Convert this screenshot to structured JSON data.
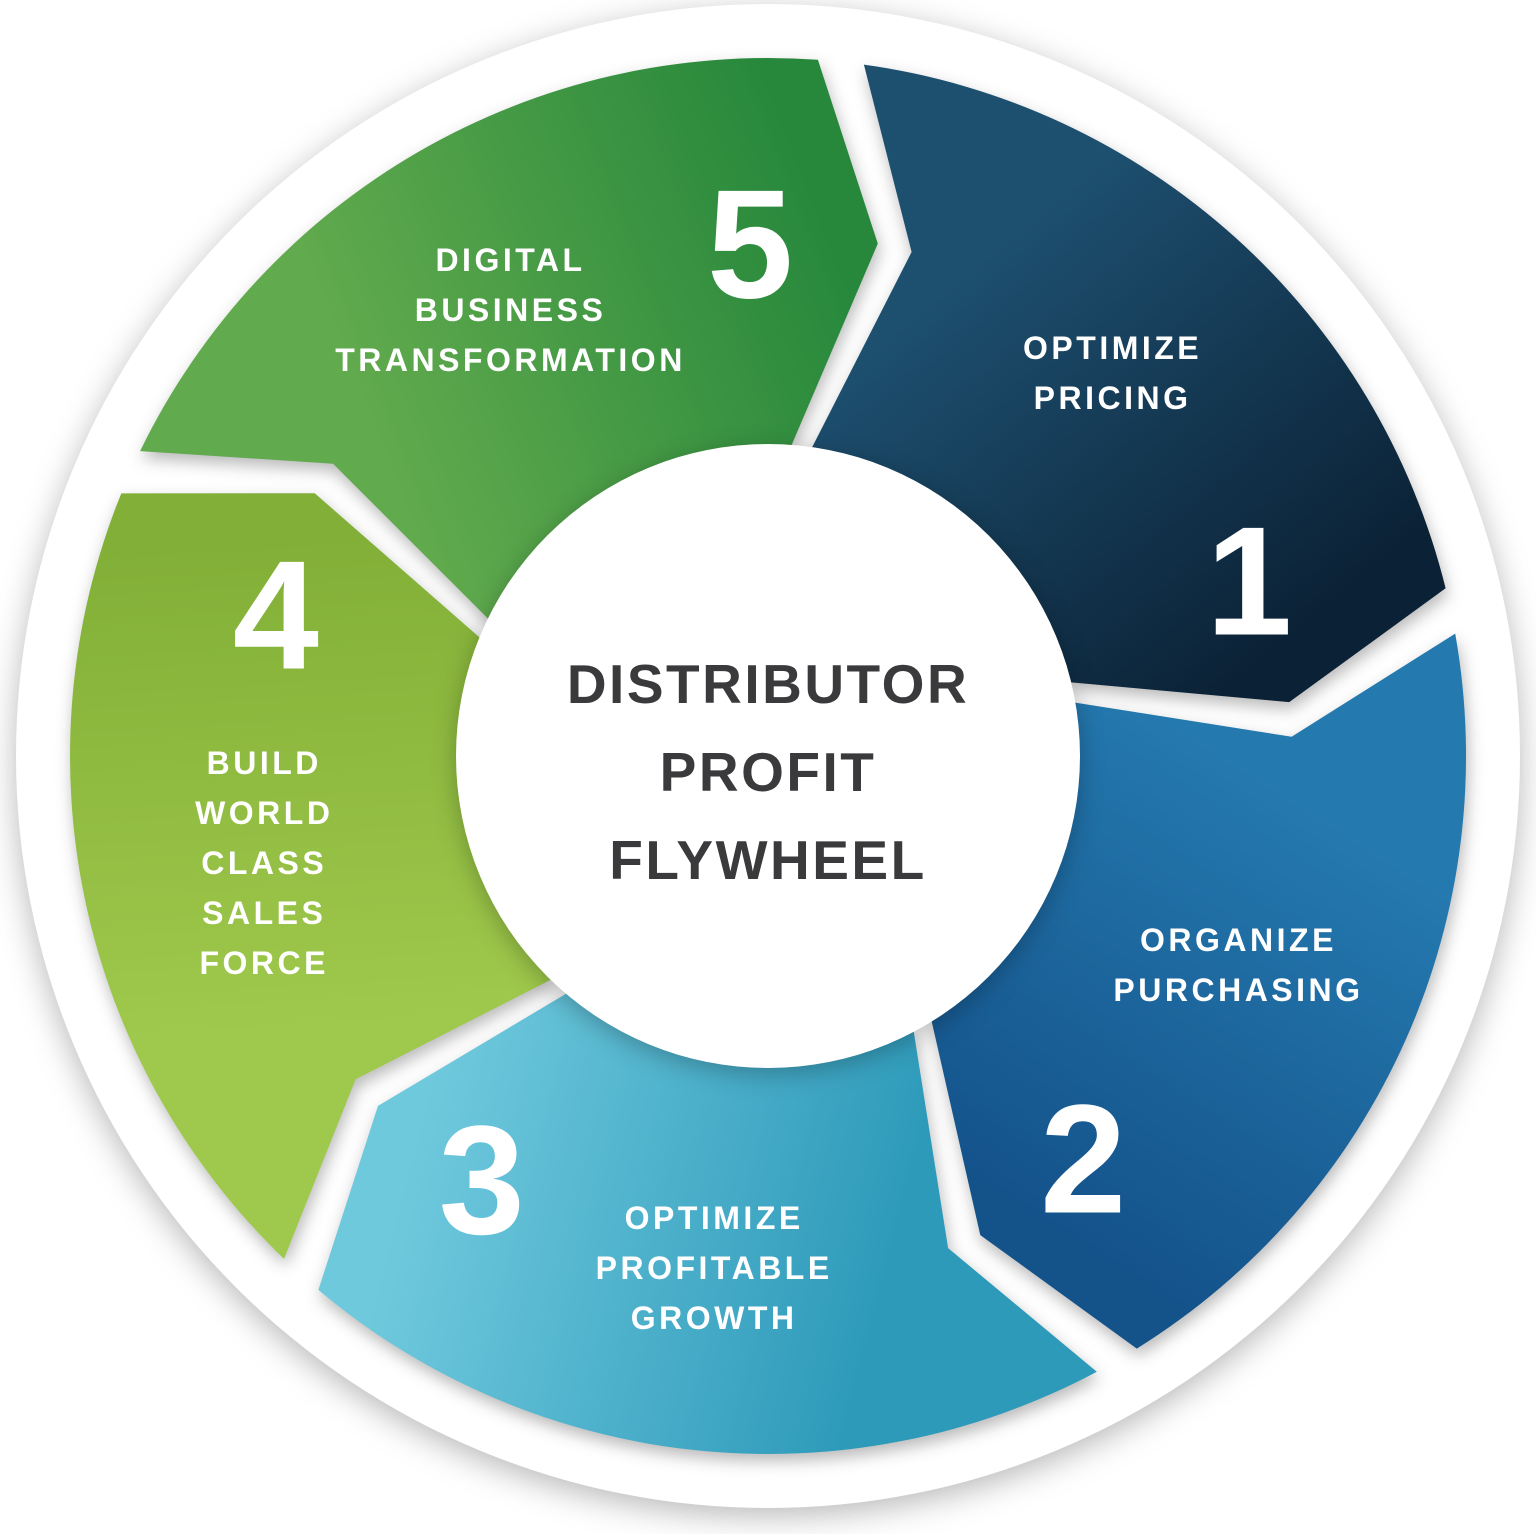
{
  "title": {
    "lines": [
      "DISTRIBUTOR",
      "PROFIT",
      "FLYWHEEL"
    ],
    "color": "#3a3a3c"
  },
  "text_color": "#ffffff",
  "background_color": "#ffffff",
  "segments": [
    {
      "number": "1",
      "label_lines": [
        "OPTIMIZE",
        "PRICING"
      ],
      "color_start": "#1d4f6f",
      "color_end": "#0b2135"
    },
    {
      "number": "2",
      "label_lines": [
        "ORGANIZE",
        "PURCHASING"
      ],
      "color_start": "#2479af",
      "color_end": "#14528a"
    },
    {
      "number": "3",
      "label_lines": [
        "OPTIMIZE",
        "PROFITABLE",
        "GROWTH"
      ],
      "color_start": "#2e9aba",
      "color_end": "#6fc9dd"
    },
    {
      "number": "4",
      "label_lines": [
        "BUILD",
        "WORLD",
        "CLASS",
        "SALES",
        "FORCE"
      ],
      "color_start": "#9fc94c",
      "color_end": "#82af37"
    },
    {
      "number": "5",
      "label_lines": [
        "DIGITAL",
        "BUSINESS",
        "TRANSFORMATION"
      ],
      "color_start": "#61aa4d",
      "color_end": "#27883c"
    }
  ]
}
